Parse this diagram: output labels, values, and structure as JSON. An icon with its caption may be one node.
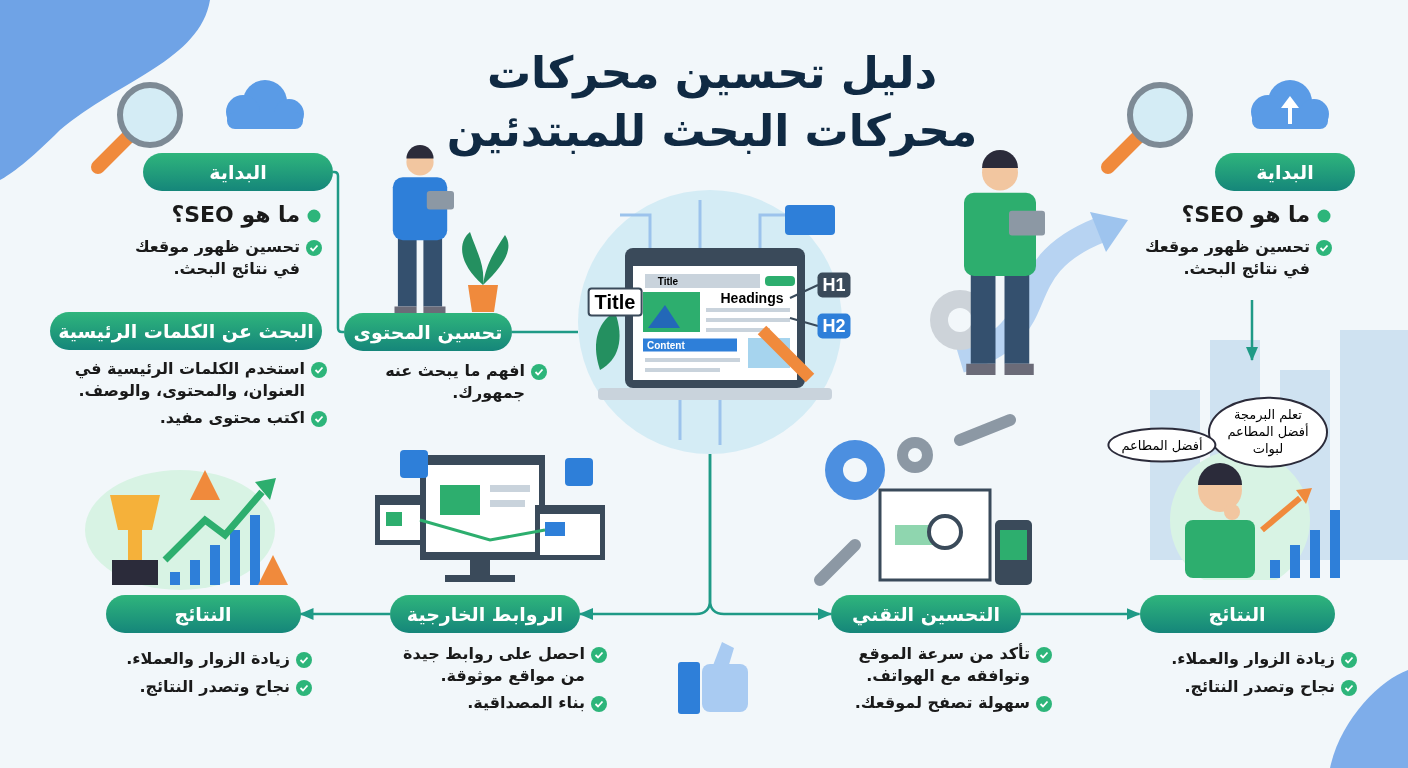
{
  "diagram": {
    "title": "دليل تحسين محركات محركات البحث للمبتدئين",
    "nodes": [
      {
        "text": [
          "البداية"
        ],
        "beside": [
          "ما هو SEO؟",
          "تحسين ظهور موقعك في نتائج البحث."
        ]
      },
      {
        "text": [
          "البحث عن الكلمات الرئيسية"
        ],
        "beside": [
          "استخدم الكلمات الرئيسية في العنوان، والمحتوى، والوصف.",
          "اكتب محتوى مفيد."
        ]
      },
      {
        "text": [
          "تحسين المحتوى"
        ],
        "beside": [
          "افهم ما يبحث عنه جمهورك."
        ]
      },
      {
        "text": [
          "البداية"
        ],
        "beside": [
          "ما هو SEO؟",
          "تحسين ظهور موقعك في نتائج البحث."
        ]
      },
      {
        "text": [],
        "shape": "picture"
      },
      {
        "text": [
          "الروابط الخارجية"
        ],
        "beside": [
          "احصل على روابط جيدة من مواقع موثوقة.",
          "بناء المصداقية."
        ]
      },
      {
        "text": [
          "النتائج"
        ],
        "beside": [
          "زيادة الزوار والعملاء.",
          "نجاح وتصدر النتائج."
        ]
      },
      {
        "text": [
          "التحسين التقني"
        ],
        "beside": [
          "تأكد من سرعة الموقع وتوافقه مع الهواتف.",
          "سهولة تصفح لموقعك."
        ]
      },
      {
        "text": [
          "النتائج"
        ],
        "beside": [
          "زيادة الزوار والعملاء.",
          "نجاح وتصدر النتائج."
        ]
      },
      {
        "text": [],
        "shape": "picture"
      }
    ],
    "edges": [
      {
        "from": 0,
        "to": 2,
        "arrow": "none"
      },
      {
        "from": 2,
        "to": 4,
        "arrow": "none"
      },
      {
        "from": 4,
        "to": 5,
        "arrow": "to"
      },
      {
        "from": 4,
        "to": 7,
        "arrow": "to"
      },
      {
        "from": 5,
        "to": 6,
        "arrow": "to"
      },
      {
        "from": 7,
        "to": 8,
        "arrow": "to"
      },
      {
        "from": null,
        "to": 9,
        "arrow": "to"
      }
    ],
    "labels": [
      "Title",
      "Title",
      "Headings",
      "H1",
      "H2",
      "Content",
      "تعلم البرمجة أفضل المطاعم لبوات",
      "أفضل المطاعم"
    ]
  }
}
